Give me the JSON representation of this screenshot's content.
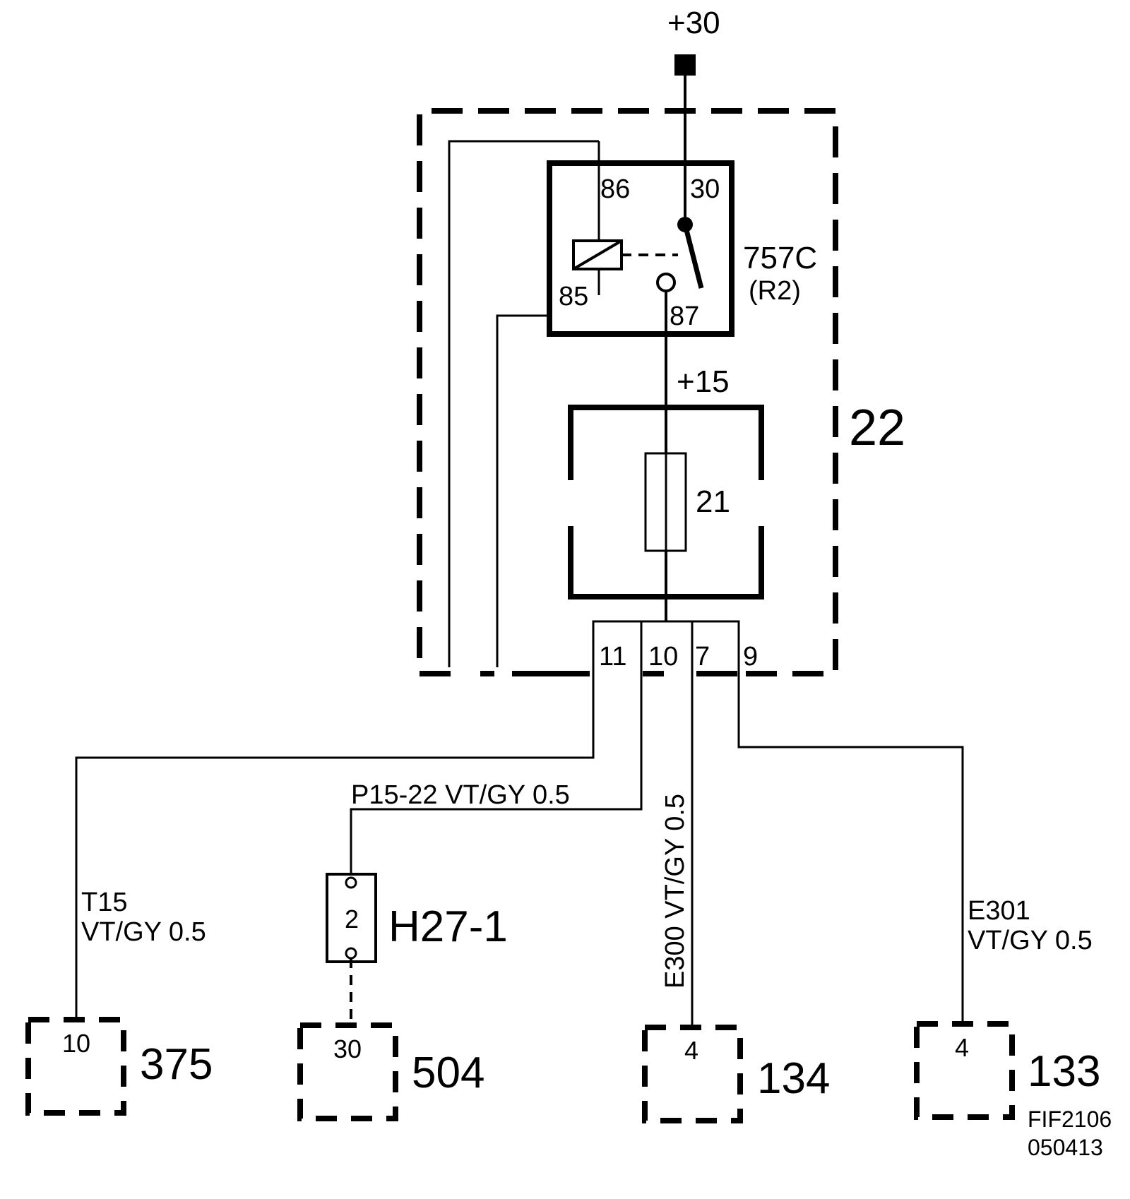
{
  "supply": {
    "label": "+30"
  },
  "relay": {
    "id": "757C",
    "sub_id": "(R2)",
    "pins": {
      "p86": "86",
      "p30": "30",
      "p85": "85",
      "p87": "87"
    }
  },
  "fuse": {
    "id": "21",
    "supply_label": "+15"
  },
  "unit": {
    "id": "22"
  },
  "connector_pins": {
    "p11": "11",
    "p10": "10",
    "p7": "7",
    "p9": "9"
  },
  "wires": {
    "t15": {
      "line1": "T15",
      "line2": "VT/GY 0.5"
    },
    "p15_22": {
      "label": "P15-22  VT/GY   0.5"
    },
    "e300": {
      "label": "E300  VT/GY  0.5"
    },
    "e301": {
      "line1": "E301",
      "line2": "VT/GY  0.5"
    }
  },
  "connector_h27": {
    "id": "H27-1",
    "pin": "2"
  },
  "components": {
    "c375": {
      "id": "375",
      "pin": "10"
    },
    "c504": {
      "id": "504",
      "pin": "30"
    },
    "c134": {
      "id": "134",
      "pin": "4"
    },
    "c133": {
      "id": "133",
      "pin": "4"
    }
  },
  "figure_code": {
    "line1": "FIF2106",
    "line2": "050413"
  }
}
